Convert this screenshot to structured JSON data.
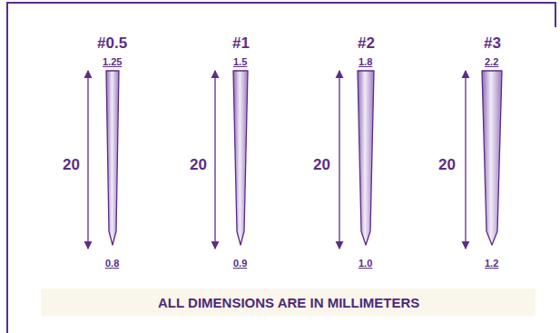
{
  "diagram": {
    "caption": "ALL DIMENSIONS ARE IN MILLIMETERS",
    "labels": [
      "#0.5",
      "1.25",
      "20",
      "0.8",
      "#1",
      "1.5",
      "20",
      "0.9",
      "#2",
      "1.8",
      "20",
      "1.0",
      "#3",
      "2.2",
      "20",
      "1.2"
    ]
  }
}
